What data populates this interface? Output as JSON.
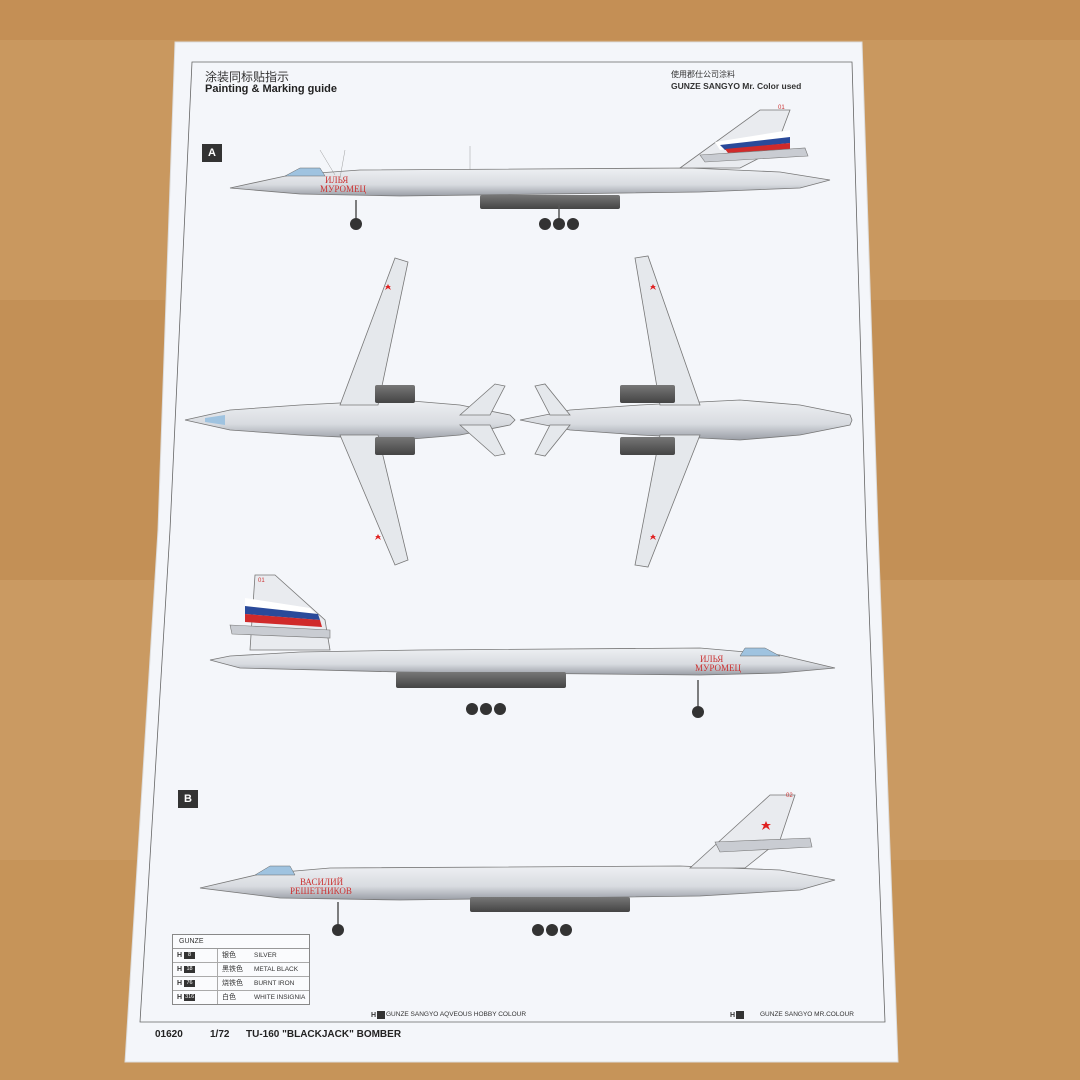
{
  "title_cn": "涂装同标贴指示",
  "title_en": "Painting & Marking guide",
  "brand_cn": "使用郡仕公司涂料",
  "brand_en": "GUNZE SANGYO Mr. Color used",
  "scheme_a": "A",
  "scheme_b": "B",
  "legend": {
    "header": "GUNZE",
    "rows": [
      {
        "h": "H",
        "num": "8",
        "cn": "银色",
        "en": "SILVER"
      },
      {
        "h": "H",
        "num": "18",
        "cn": "黑铁色",
        "en": "METAL BLACK"
      },
      {
        "h": "H",
        "num": "76",
        "cn": "烧铁色",
        "en": "BURNT IRON"
      },
      {
        "h": "H",
        "num": "316",
        "cn": "白色",
        "en": "WHITE INSIGNIA"
      }
    ]
  },
  "foot_left_h": "H",
  "foot_left": "GUNZE SANGYO AQVEOUS HOBBY COLOUR",
  "foot_right_h": "H",
  "foot_right": "GUNZE SANGYO MR.COLOUR",
  "kit_code": "01620",
  "kit_scale": "1/72",
  "kit_name": "TU-160 \"BLACKJACK\" BOMBER",
  "aircraft_name_a1": "ИЛЬЯ МУРОМЕЦ",
  "aircraft_name_b": "ВАСИЛИЙ РЕШЕТНИКОВ",
  "tail_number_a": "01",
  "tail_number_b": "02",
  "colors": {
    "paper": "#f4f6fa",
    "wood": "#c8975e",
    "flag_white": "#ffffff",
    "flag_blue": "#2a4a9a",
    "flag_red": "#d02a2a",
    "star_red": "#e02020"
  }
}
